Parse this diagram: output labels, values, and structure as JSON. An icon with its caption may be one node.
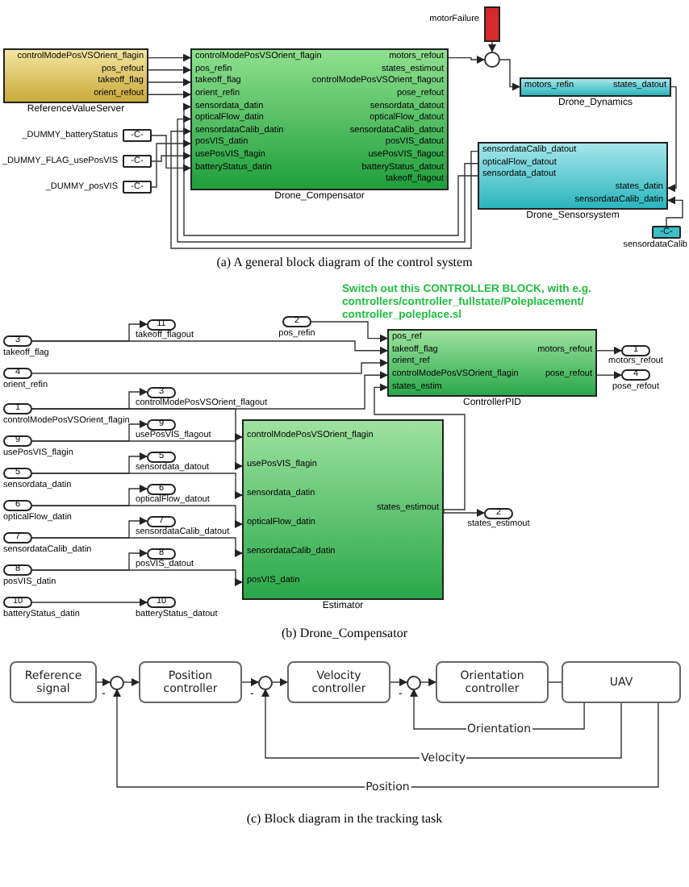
{
  "diagram": {
    "nodes": [
      {
        "text": [
          "controlModePosVSOrient_flagin",
          "pos_refout",
          "takeoff_flag",
          "orient_refout",
          "ReferenceValueServer"
        ]
      },
      {
        "text": [
          "controlModePosVSOrient_flagin",
          "pos_refin",
          "takeoff_flag",
          "orient_refin",
          "sensordata_datin",
          "opticalFlow_datin",
          "sensordataCalib_datin",
          "posVIS_datin",
          "usePosVIS_flagin",
          "batteryStatus_datin",
          "motors_refout",
          "states_estimout",
          "controlModePosVSOrient_flagout",
          "pose_refout",
          "sensordata_datout",
          "opticalFlow_datout",
          "sensordataCalib_datout",
          "posVIS_datout",
          "usePosVIS_flagout",
          "batteryStatus_datout",
          "takeoff_flagout",
          "Drone_Compensator"
        ]
      },
      {
        "text": [],
        "shape": "box",
        "beside": [
          "motorFailure"
        ]
      },
      {
        "text": [],
        "shape": "circle"
      },
      {
        "text": [
          "-C-"
        ],
        "beside": [
          "_DUMMY_batteryStatus"
        ]
      },
      {
        "text": [
          "-C-"
        ],
        "beside": [
          "_DUMMY_FLAG_usePosVIS"
        ]
      },
      {
        "text": [
          "-C-"
        ],
        "beside": [
          "_DUMMY_posVIS"
        ]
      },
      {
        "text": [
          "motors_refin",
          "states_datout",
          "Drone_Dynamics"
        ]
      },
      {
        "text": [
          "sensordataCalib_datout",
          "opticalFlow_datout",
          "sensordata_datout",
          "states_datin",
          "sensordataCalib_datin",
          "Drone_Sensorsystem"
        ]
      },
      {
        "text": [
          "-C-"
        ],
        "beside": [
          "sensordataCalib"
        ]
      },
      {
        "text": [
          "3"
        ],
        "beside": [
          "takeoff_flag"
        ]
      },
      {
        "text": [
          "11"
        ],
        "beside": [
          "takeoff_flagout"
        ]
      },
      {
        "text": [
          "2"
        ],
        "beside": [
          "pos_refin"
        ]
      },
      {
        "text": [
          "4"
        ],
        "beside": [
          "orient_refin"
        ]
      },
      {
        "text": [
          "3"
        ],
        "beside": [
          "controlModePosVSOrient_flagout"
        ]
      },
      {
        "text": [
          "1"
        ],
        "beside": [
          "controlModePosVSOrient_flagin"
        ]
      },
      {
        "text": [
          "9"
        ],
        "beside": [
          "usePosVIS_flagout"
        ]
      },
      {
        "text": [
          "9"
        ],
        "beside": [
          "usePosVIS_flagin"
        ]
      },
      {
        "text": [
          "5"
        ],
        "beside": [
          "sensordata_datout"
        ]
      },
      {
        "text": [
          "5"
        ],
        "beside": [
          "sensordata_datin"
        ]
      },
      {
        "text": [
          "6"
        ],
        "beside": [
          "opticalFlow_datout"
        ]
      },
      {
        "text": [
          "6"
        ],
        "beside": [
          "opticalFlow_datin"
        ]
      },
      {
        "text": [
          "7"
        ],
        "beside": [
          "sensordataCalib_datout"
        ]
      },
      {
        "text": [
          "7"
        ],
        "beside": [
          "sensordataCalib_datin"
        ]
      },
      {
        "text": [
          "8"
        ],
        "beside": [
          "posVIS_datout"
        ]
      },
      {
        "text": [
          "8"
        ],
        "beside": [
          "posVIS_datin"
        ]
      },
      {
        "text": [
          "10"
        ],
        "beside": [
          "batteryStatus_datin"
        ]
      },
      {
        "text": [
          "10"
        ],
        "beside": [
          "batteryStatus_datout"
        ]
      },
      {
        "text": [
          "controlModePosVSOrient_flagin",
          "usePosVIS_flagin",
          "sensordata_datin",
          "opticalFlow_datin",
          "sensordataCalib_datin",
          "posVIS_datin",
          "states_estimout",
          "Estimator"
        ]
      },
      {
        "text": [
          "2"
        ],
        "beside": [
          "states_estimout"
        ]
      },
      {
        "text": [
          "pos_ref",
          "takeoff_flag",
          "orient_ref",
          "controlModePosVSOrient_flagin",
          "states_estim",
          "motors_refout",
          "pose_refout",
          "ControllerPID"
        ]
      },
      {
        "text": [
          "1"
        ],
        "beside": [
          "motors_refout"
        ]
      },
      {
        "text": [
          "4"
        ],
        "beside": [
          "pose_refout"
        ]
      },
      {
        "text": [
          "Reference signal"
        ]
      },
      {
        "text": [],
        "shape": "circle"
      },
      {
        "text": [
          "Position controller"
        ]
      },
      {
        "text": [],
        "shape": "circle"
      },
      {
        "text": [
          "Velocity controller"
        ]
      },
      {
        "text": [],
        "shape": "circle"
      },
      {
        "text": [
          "Orientation controller"
        ]
      },
      {
        "text": [
          "UAV"
        ]
      }
    ],
    "edges": [
      {
        "from": 0,
        "to": 1,
        "arrow": "to"
      },
      {
        "from": 0,
        "to": 1,
        "arrow": "to"
      },
      {
        "from": 0,
        "to": 1,
        "arrow": "to"
      },
      {
        "from": 0,
        "to": 1,
        "arrow": "to"
      },
      {
        "from": 1,
        "to": 3,
        "arrow": "to"
      },
      {
        "from": 2,
        "to": 3,
        "arrow": "to"
      },
      {
        "from": 3,
        "to": 7,
        "arrow": "to"
      },
      {
        "from": 7,
        "to": 8,
        "arrow": "to"
      },
      {
        "from": 8,
        "to": 1,
        "arrow": "to"
      },
      {
        "from": 8,
        "to": 1,
        "arrow": "to"
      },
      {
        "from": 8,
        "to": 1,
        "arrow": "to"
      },
      {
        "from": 4,
        "to": 1,
        "arrow": "to"
      },
      {
        "from": 5,
        "to": 1,
        "arrow": "to"
      },
      {
        "from": 6,
        "to": 1,
        "arrow": "to"
      },
      {
        "from": 9,
        "to": 8,
        "arrow": "to"
      },
      {
        "from": 10,
        "to": 11,
        "arrow": "to"
      },
      {
        "from": 10,
        "to": 30,
        "arrow": "to"
      },
      {
        "from": 12,
        "to": 30,
        "arrow": "to"
      },
      {
        "from": 13,
        "to": 30,
        "arrow": "to"
      },
      {
        "from": 15,
        "to": 14,
        "arrow": "to"
      },
      {
        "from": 15,
        "to": 28,
        "arrow": "to"
      },
      {
        "from": 15,
        "to": 30,
        "arrow": "to"
      },
      {
        "from": 17,
        "to": 16,
        "arrow": "to"
      },
      {
        "from": 17,
        "to": 28,
        "arrow": "to"
      },
      {
        "from": 19,
        "to": 18,
        "arrow": "to"
      },
      {
        "from": 19,
        "to": 28,
        "arrow": "to"
      },
      {
        "from": 21,
        "to": 20,
        "arrow": "to"
      },
      {
        "from": 21,
        "to": 28,
        "arrow": "to"
      },
      {
        "from": 23,
        "to": 22,
        "arrow": "to"
      },
      {
        "from": 23,
        "to": 28,
        "arrow": "to"
      },
      {
        "from": 25,
        "to": 24,
        "arrow": "to"
      },
      {
        "from": 25,
        "to": 28,
        "arrow": "to"
      },
      {
        "from": 26,
        "to": 27,
        "arrow": "to"
      },
      {
        "from": 28,
        "to": 29,
        "arrow": "to"
      },
      {
        "from": 28,
        "to": 30,
        "arrow": "to"
      },
      {
        "from": 30,
        "to": 31,
        "arrow": "to"
      },
      {
        "from": 30,
        "to": 32,
        "arrow": "to"
      },
      {
        "from": 33,
        "to": 34,
        "arrow": "to"
      },
      {
        "from": 34,
        "to": 35,
        "arrow": "to"
      },
      {
        "from": 35,
        "to": 36,
        "arrow": "to"
      },
      {
        "from": 36,
        "to": 37,
        "arrow": "to"
      },
      {
        "from": 37,
        "to": 38,
        "arrow": "to"
      },
      {
        "from": 38,
        "to": 39,
        "arrow": "to"
      },
      {
        "from": 39,
        "to": 40,
        "arrow": "none"
      },
      {
        "from": 40,
        "to": 38,
        "label": "Orientation",
        "arrow": "to"
      },
      {
        "from": 40,
        "to": 36,
        "label": "Velocity",
        "arrow": "to"
      },
      {
        "from": 40,
        "to": 34,
        "label": "Position",
        "arrow": "to"
      }
    ],
    "labels": [
      "(a) A general block diagram of the control system",
      "Switch out this CONTROLLER BLOCK, with e.g. controllers/controller_fullstate/Poleplacement/ controller_poleplace.sl",
      "(b) Drone_Compensator",
      "-",
      "-",
      "-",
      "(c) Block diagram in the tracking task"
    ]
  }
}
